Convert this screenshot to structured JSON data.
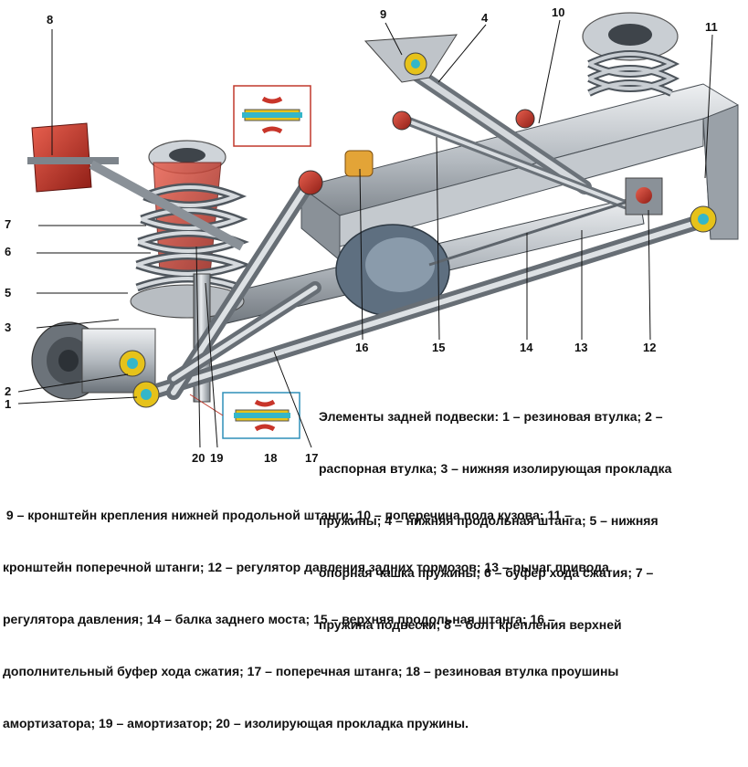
{
  "diagram": {
    "callouts": [
      "1",
      "2",
      "3",
      "4",
      "5",
      "6",
      "7",
      "8",
      "9",
      "10",
      "11",
      "12",
      "13",
      "14",
      "15",
      "16",
      "17",
      "18",
      "19",
      "20"
    ],
    "caption_right_lines": [
      "Элементы задней подвески: 1 – резиновая втулка; 2 –",
      "распорная втулка; 3 – нижняя изолирующая прокладка",
      "пружины; 4 – нижняя продольная штанга; 5 – нижняя",
      "опорная чашка пружины; 6 – буфер хода сжатия; 7 –",
      "пружина подвески; 8 – болт крепления верхней"
    ],
    "caption_bottom_lines": [
      " 9 – кронштейн крепления нижней продольной штанги; 10 – поперечина пола кузова; 11 –",
      "кронштейн поперечной штанги; 12 – регулятор давления задних тормозов; 13 – рычаг привода",
      "регулятора давления; 14 – балка заднего моста; 15 – верхняя продольная штанга; 16 –",
      "дополнительный буфер хода сжатия; 17 – поперечная штанга; 18 – резиновая втулка проушины",
      "амортизатора; 19 – амортизатор; 20 – изолирующая прокладка пружины."
    ],
    "colors": {
      "metal_light": "#d9dde2",
      "metal_mid": "#a9afb6",
      "metal_dark": "#5e656c",
      "rubber_red": "#c8352a",
      "accent_yellow": "#e6c21a",
      "accent_cyan": "#34b6c9"
    }
  }
}
